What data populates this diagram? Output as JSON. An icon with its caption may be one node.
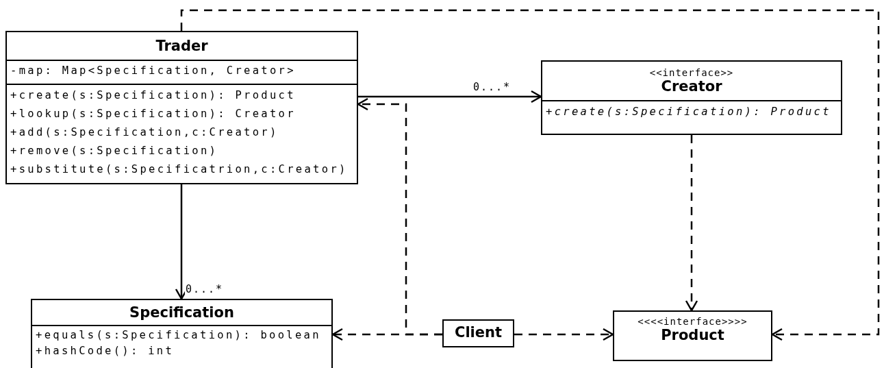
{
  "diagram": {
    "nodes": [
      {
        "text": [
          "Trader",
          "-map: Map<Specification, Creator>",
          "+create(s:Specification): Product",
          "+lookup(s:Specification): Creator",
          "+add(s:Specification,c:Creator)",
          "+remove(s:Specification)",
          "+substitute(s:Specificatrion,c:Creator)"
        ]
      },
      {
        "text": [
          "<<interface>>",
          "Creator",
          "+create(s:Specification): Product"
        ]
      },
      {
        "text": [
          "Specification",
          "+equals(s:Specification): boolean",
          "+hashCode(): int"
        ]
      },
      {
        "text": [
          "Client"
        ]
      },
      {
        "text": [
          "<<<<interface>>>>",
          "Product"
        ]
      }
    ],
    "edges": [
      {
        "from": 0,
        "to": 1,
        "arrow": "to",
        "label": "0...*"
      },
      {
        "from": 0,
        "to": 2,
        "arrow": "to",
        "label": "0...*"
      },
      {
        "from": 1,
        "to": 4,
        "arrow": "to",
        "style": "dashed"
      },
      {
        "from": 3,
        "to": 4,
        "arrow": "to",
        "style": "dashed"
      },
      {
        "from": 3,
        "to": 2,
        "arrow": "to",
        "style": "dashed"
      },
      {
        "from": 3,
        "to": 0,
        "arrow": "to",
        "style": "dashed"
      },
      {
        "from": 0,
        "to": 4,
        "arrow": "to",
        "style": "dashed"
      }
    ]
  }
}
